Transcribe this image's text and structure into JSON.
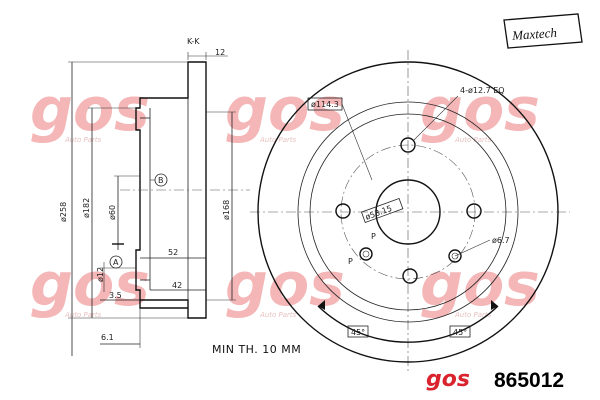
{
  "brand": {
    "logo_text": "Maxtech",
    "watermark_text": "gos",
    "watermark_sub": "Auto Parts",
    "bottom_logo_text": "gos"
  },
  "part_number": "865012",
  "min_thickness": "MIN TH. 10 MM",
  "section": {
    "label": "K-K",
    "thickness": "12",
    "diameter_outer": "ø258",
    "diameter_182": "ø182",
    "diameter_60": "ø60",
    "diameter_168": "ø168",
    "diameter_12": "ø12",
    "depth_52": "52",
    "depth_42": "42",
    "offset_3_5": "3.5",
    "offset_6_1": "6.1",
    "callout_a": "A",
    "callout_b": "B"
  },
  "front": {
    "pcd": "ø114.3",
    "holes": "4-ø12.7 EQ",
    "center_bore": "ø53.15",
    "small_hole": "ø6.7",
    "angle_left": "45°",
    "angle_right": "45°",
    "p_label_1": "P",
    "p_label_2": "P"
  },
  "colors": {
    "watermark": "#f4b6b6",
    "logo_red": "#d9232e",
    "ink": "#222222"
  }
}
